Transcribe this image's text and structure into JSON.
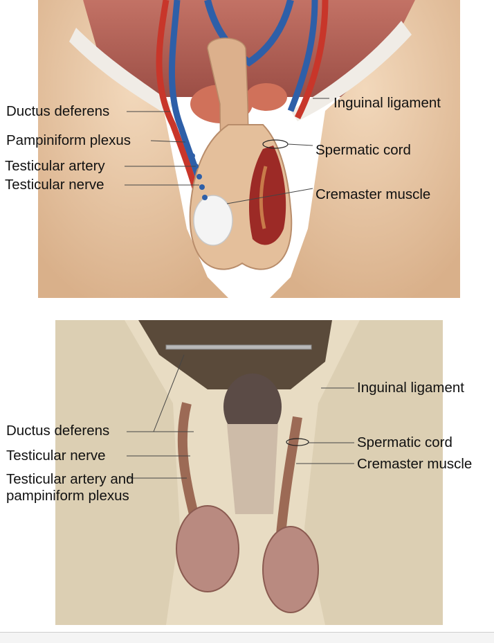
{
  "top_figure": {
    "labels_left": [
      "Ductus deferens",
      "Pampiniform plexus",
      "Testicular artery",
      "Testicular nerve"
    ],
    "labels_right": [
      "Inguinal ligament",
      "Spermatic cord",
      "Cremaster muscle"
    ]
  },
  "bottom_figure": {
    "labels_left": [
      "Ductus deferens",
      "Testicular nerve",
      "Testicular artery and pampiniform plexus"
    ],
    "labels_right": [
      "Inguinal ligament",
      "Spermatic cord",
      "Cremaster muscle"
    ]
  },
  "colors": {
    "skin": "#e9c9a6",
    "artery": "#c8362a",
    "vein": "#2e5fa8",
    "muscle": "#9c2a26",
    "cadaver_tissue": "#e8dcc3",
    "testis_specimen": "#b98a80"
  }
}
